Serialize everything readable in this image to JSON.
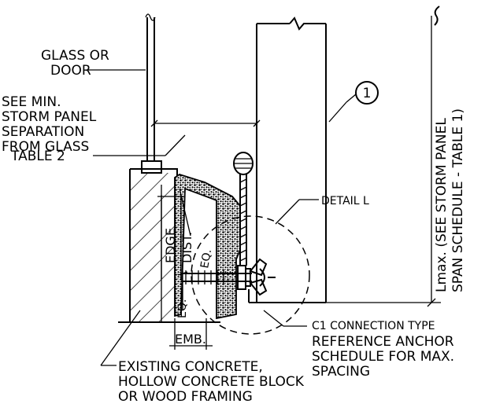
{
  "labels": {
    "glass_or_door_line1": "GLASS OR",
    "glass_or_door_line2": "DOOR",
    "see_min_line1": "SEE MIN.",
    "see_min_line2": "STORM PANEL",
    "see_min_line3": "SEPARATION",
    "see_min_line4": "FROM GLASS",
    "see_min_line5": "TABLE 2",
    "callout_number": "1",
    "detail_l": "DETAIL L",
    "edge_dist_line1": "EDGE",
    "edge_dist_line2": "DIST.",
    "eq_upper": "EQ.",
    "eq_lower": "EQ.",
    "emb": "EMB.",
    "lmax_line1": "Lmax. (SEE STORM PANEL",
    "lmax_line2": "SPAN SCHEDULE - TABLE 1)",
    "connection_line1": "C1 CONNECTION TYPE",
    "connection_line2": "REFERENCE ANCHOR",
    "connection_line3": "SCHEDULE FOR MAX.",
    "connection_line4": "SPACING",
    "existing_line1": "EXISTING CONCRETE,",
    "existing_line2": "HOLLOW CONCRETE BLOCK",
    "existing_line3": "OR WOOD FRAMING"
  }
}
